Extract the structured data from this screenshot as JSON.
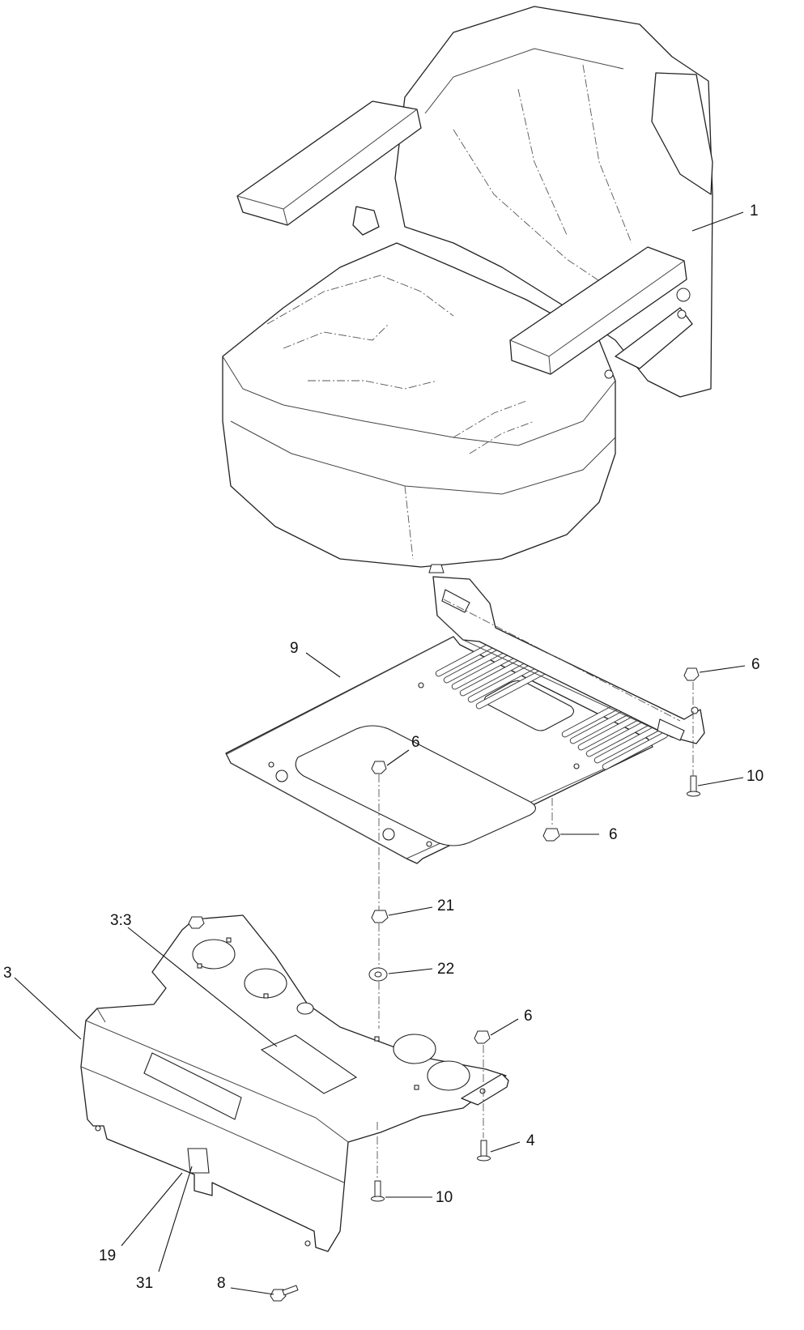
{
  "callouts": {
    "seat": "1",
    "seat_nut_right": "6",
    "suspension_plate": "9",
    "plate_nut_center": "6",
    "plate_bolt_right": "10",
    "plate_nut_lower": "6",
    "locknut": "21",
    "spacer": "22",
    "seat_base": "3",
    "seat_base_decal": "3:3",
    "base_nut_right": "6",
    "base_bolt_right": "4",
    "decal_19": "19",
    "base_bolt_lower": "10",
    "decal_31": "31",
    "base_bolt_corner": "8"
  }
}
